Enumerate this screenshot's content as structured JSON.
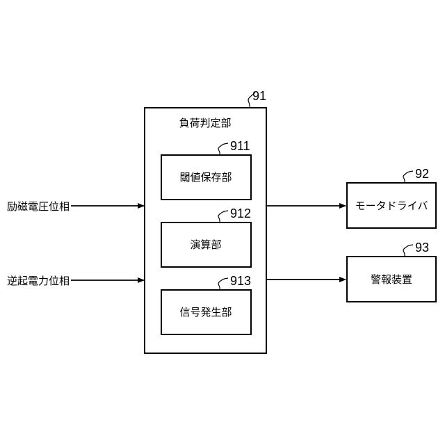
{
  "inputs": {
    "excitation_phase": "励磁電圧位相",
    "back_emf_phase": "逆起電力位相"
  },
  "load_judgment": {
    "ref": "91",
    "label": "負荷判定部",
    "threshold_storage": {
      "ref": "911",
      "label": "閾値保存部"
    },
    "calculation": {
      "ref": "912",
      "label": "演算部"
    },
    "signal_generator": {
      "ref": "913",
      "label": "信号発生部"
    }
  },
  "motor_driver": {
    "ref": "92",
    "label": "モータドライバ"
  },
  "alarm_device": {
    "ref": "93",
    "label": "警報装置"
  }
}
